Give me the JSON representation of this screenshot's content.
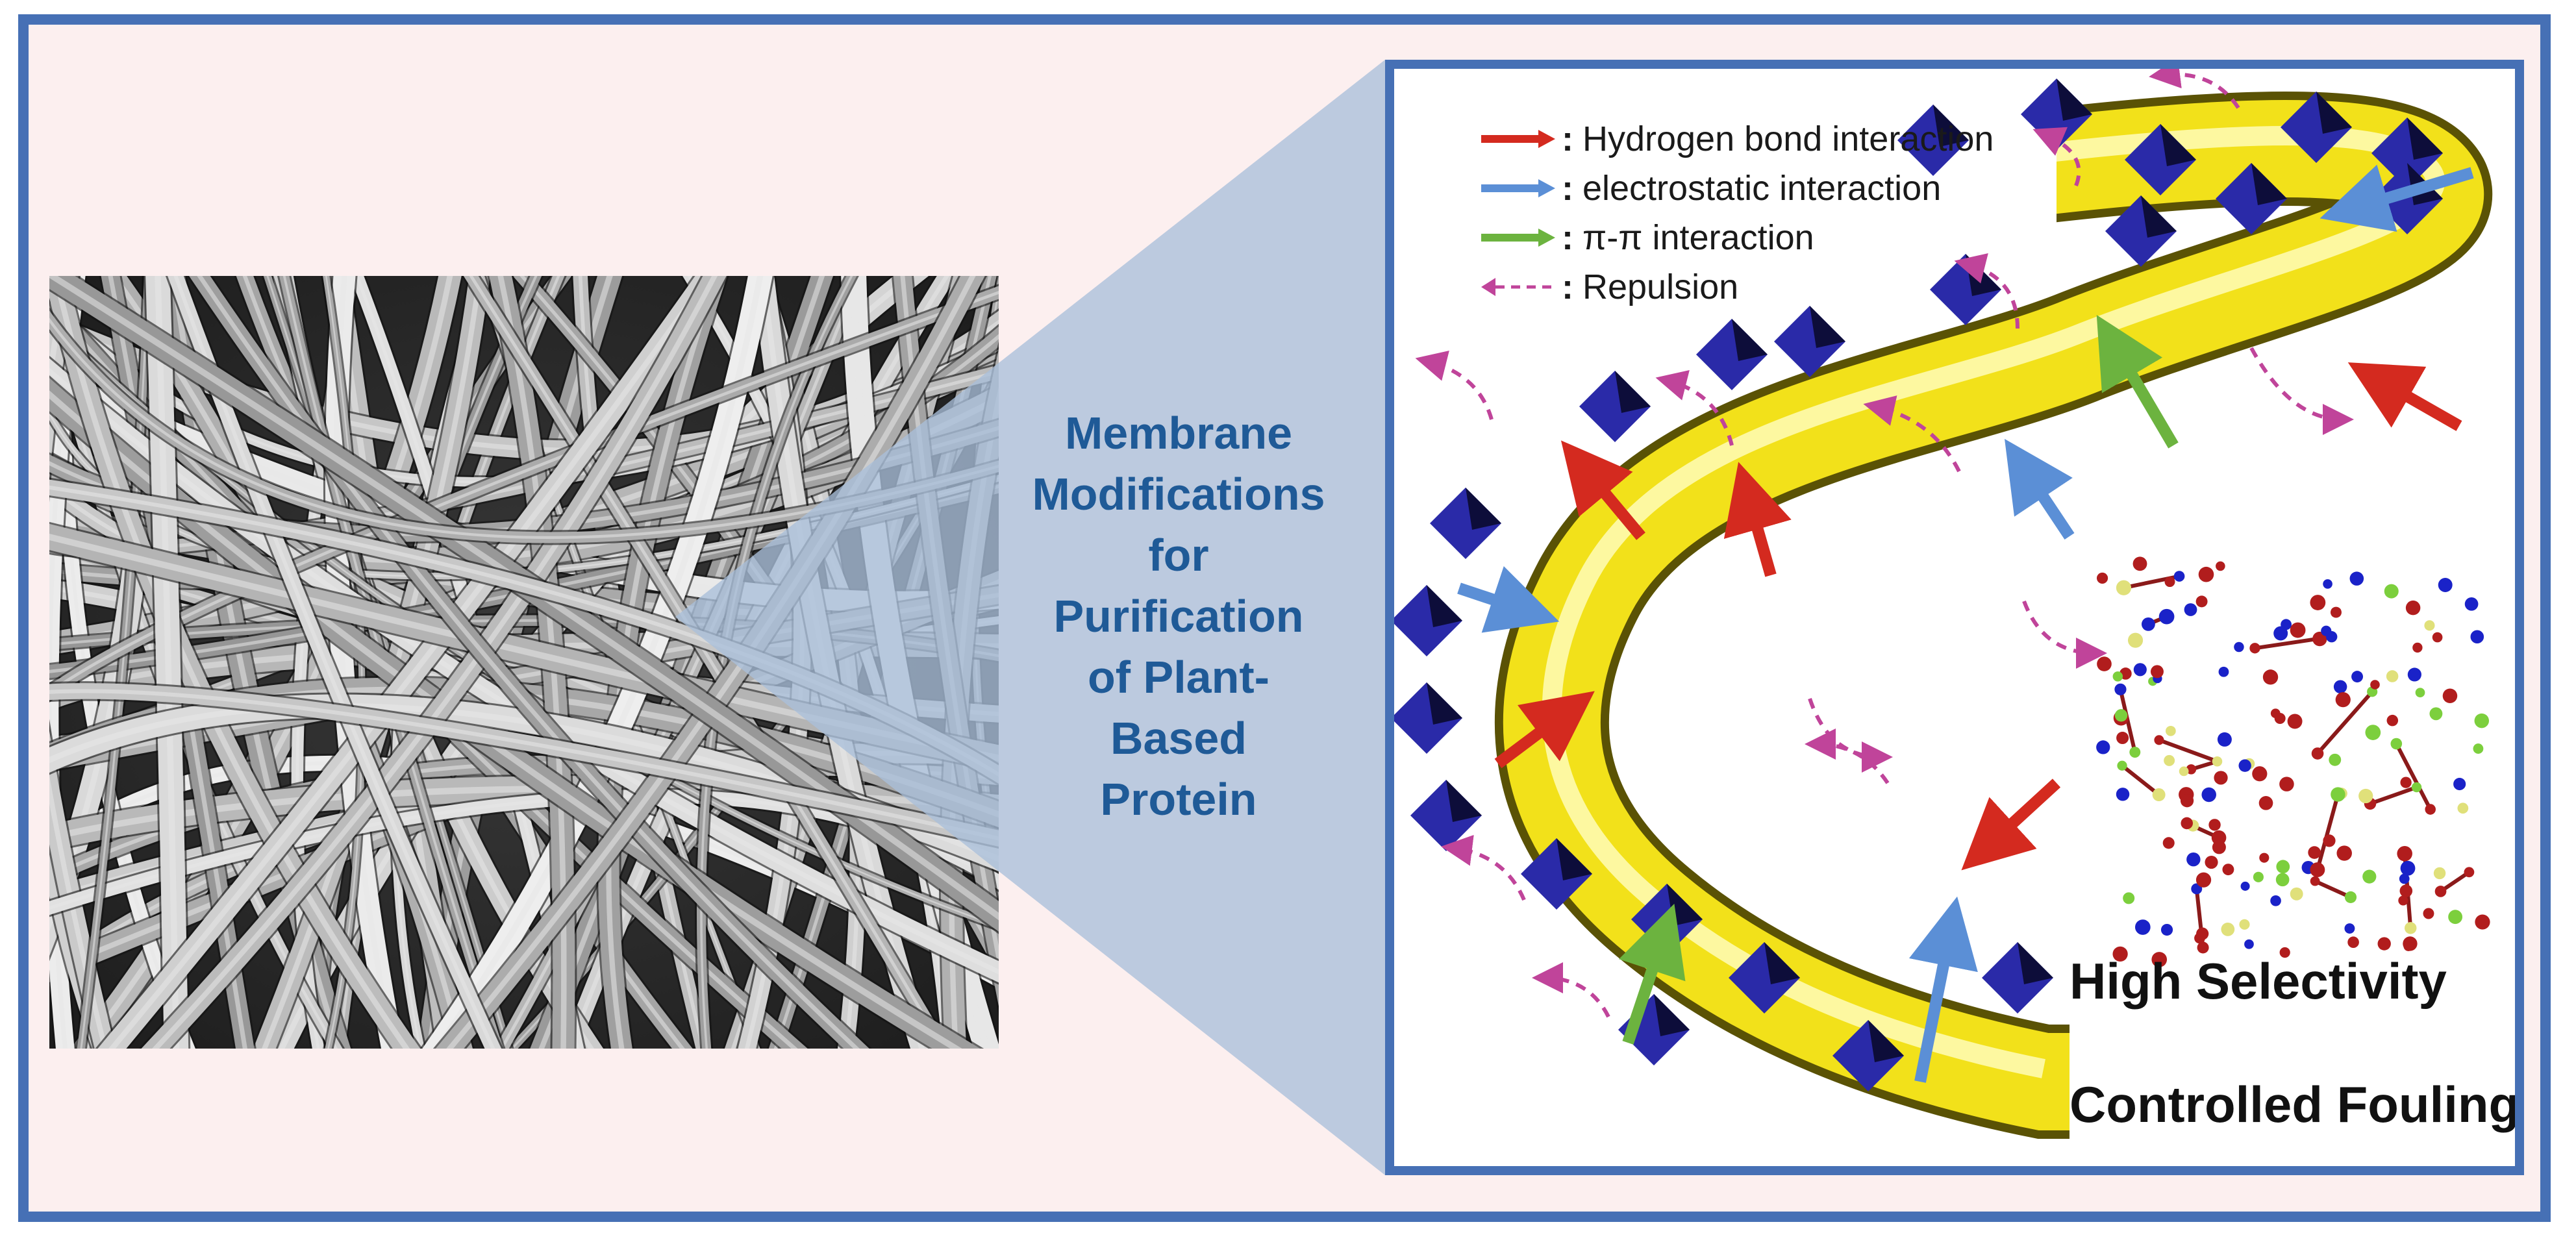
{
  "title_lines": [
    "Membrane",
    "Modifications",
    "for",
    "Purification",
    "of Plant-",
    "Based",
    "Protein"
  ],
  "legend": [
    {
      "color": "#d42a1f",
      "style": "solid",
      "label": "Hydrogen bond interaction"
    },
    {
      "color": "#5b8fd6",
      "style": "solid",
      "label": "electrostatic interaction"
    },
    {
      "color": "#6cb33f",
      "style": "solid",
      "label": "π-π interaction"
    },
    {
      "color": "#c0449a",
      "style": "dashed",
      "label": "Repulsion"
    }
  ],
  "legend_separator": ":",
  "outcomes": [
    "High Selectivity",
    "Controlled Fouling"
  ],
  "colors": {
    "frame_border": "#4670b5",
    "background": "#fcefef",
    "title_text": "#1f5a97",
    "callout": "#a9bfda",
    "fiber": "#f2e11a",
    "pyramid": "#2a2aa8"
  },
  "images": [
    "sem-nanofiber-micrograph",
    "protein-molecule-model"
  ]
}
